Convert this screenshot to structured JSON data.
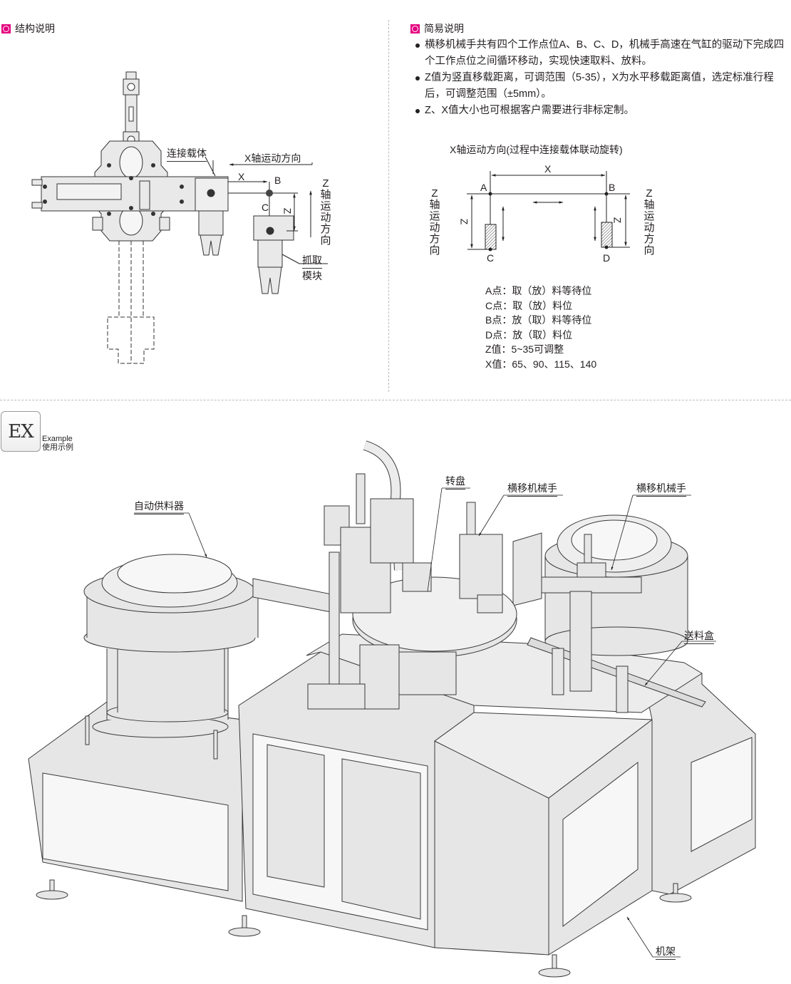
{
  "structure_section": {
    "title": "结构说明",
    "labels": {
      "carrier": "连接载体",
      "x_direction": "X轴运动方向",
      "x": "X",
      "b": "B",
      "c": "C",
      "z": "Z",
      "z_direction": "Z轴运动方向",
      "grip_module_line1": "抓取",
      "grip_module_line2": "模块"
    }
  },
  "brief_section": {
    "title": "简易说明",
    "bullets": [
      "横移机械手共有四个工作点位A、B、C、D，机械手高速在气缸的驱动下完成四个工作点位之间循环移动，实现快速取料、放料。",
      "Z值为竖直移载距离，可调范围（5-35），X为水平移载距离值，选定标准行程后，可调整范围（±5mm）。",
      "Z、X值大小也可根据客户需要进行非标定制。"
    ],
    "diagram": {
      "title": "X轴运动方向(过程中连接载体联动旋转)",
      "x_label": "X",
      "point_a": "A",
      "point_b": "B",
      "point_c": "C",
      "point_d": "D",
      "z_label": "Z",
      "z_axis_left": "Z轴运动方向",
      "z_axis_right": "Z轴运动方向"
    },
    "legend": [
      "A点：取（放）料等待位",
      "C点：取（放）料位",
      "B点：放（取）料等待位",
      "D点：放（取）料位",
      "Z值：5~35可调整",
      "X值：65、90、115、140"
    ]
  },
  "example_section": {
    "badge": "EX",
    "label_en": "Example",
    "label_cn": "使用示例",
    "callouts": {
      "feeder": "自动供料器",
      "turntable": "转盘",
      "manipulator_1": "横移机械手",
      "manipulator_2": "横移机械手",
      "feed_box": "送料盒",
      "frame": "机架"
    }
  },
  "colors": {
    "accent": "#e4007f",
    "text": "#231f20",
    "machine_fill": "#e6e6e6",
    "machine_stroke": "#3a3a3a"
  }
}
